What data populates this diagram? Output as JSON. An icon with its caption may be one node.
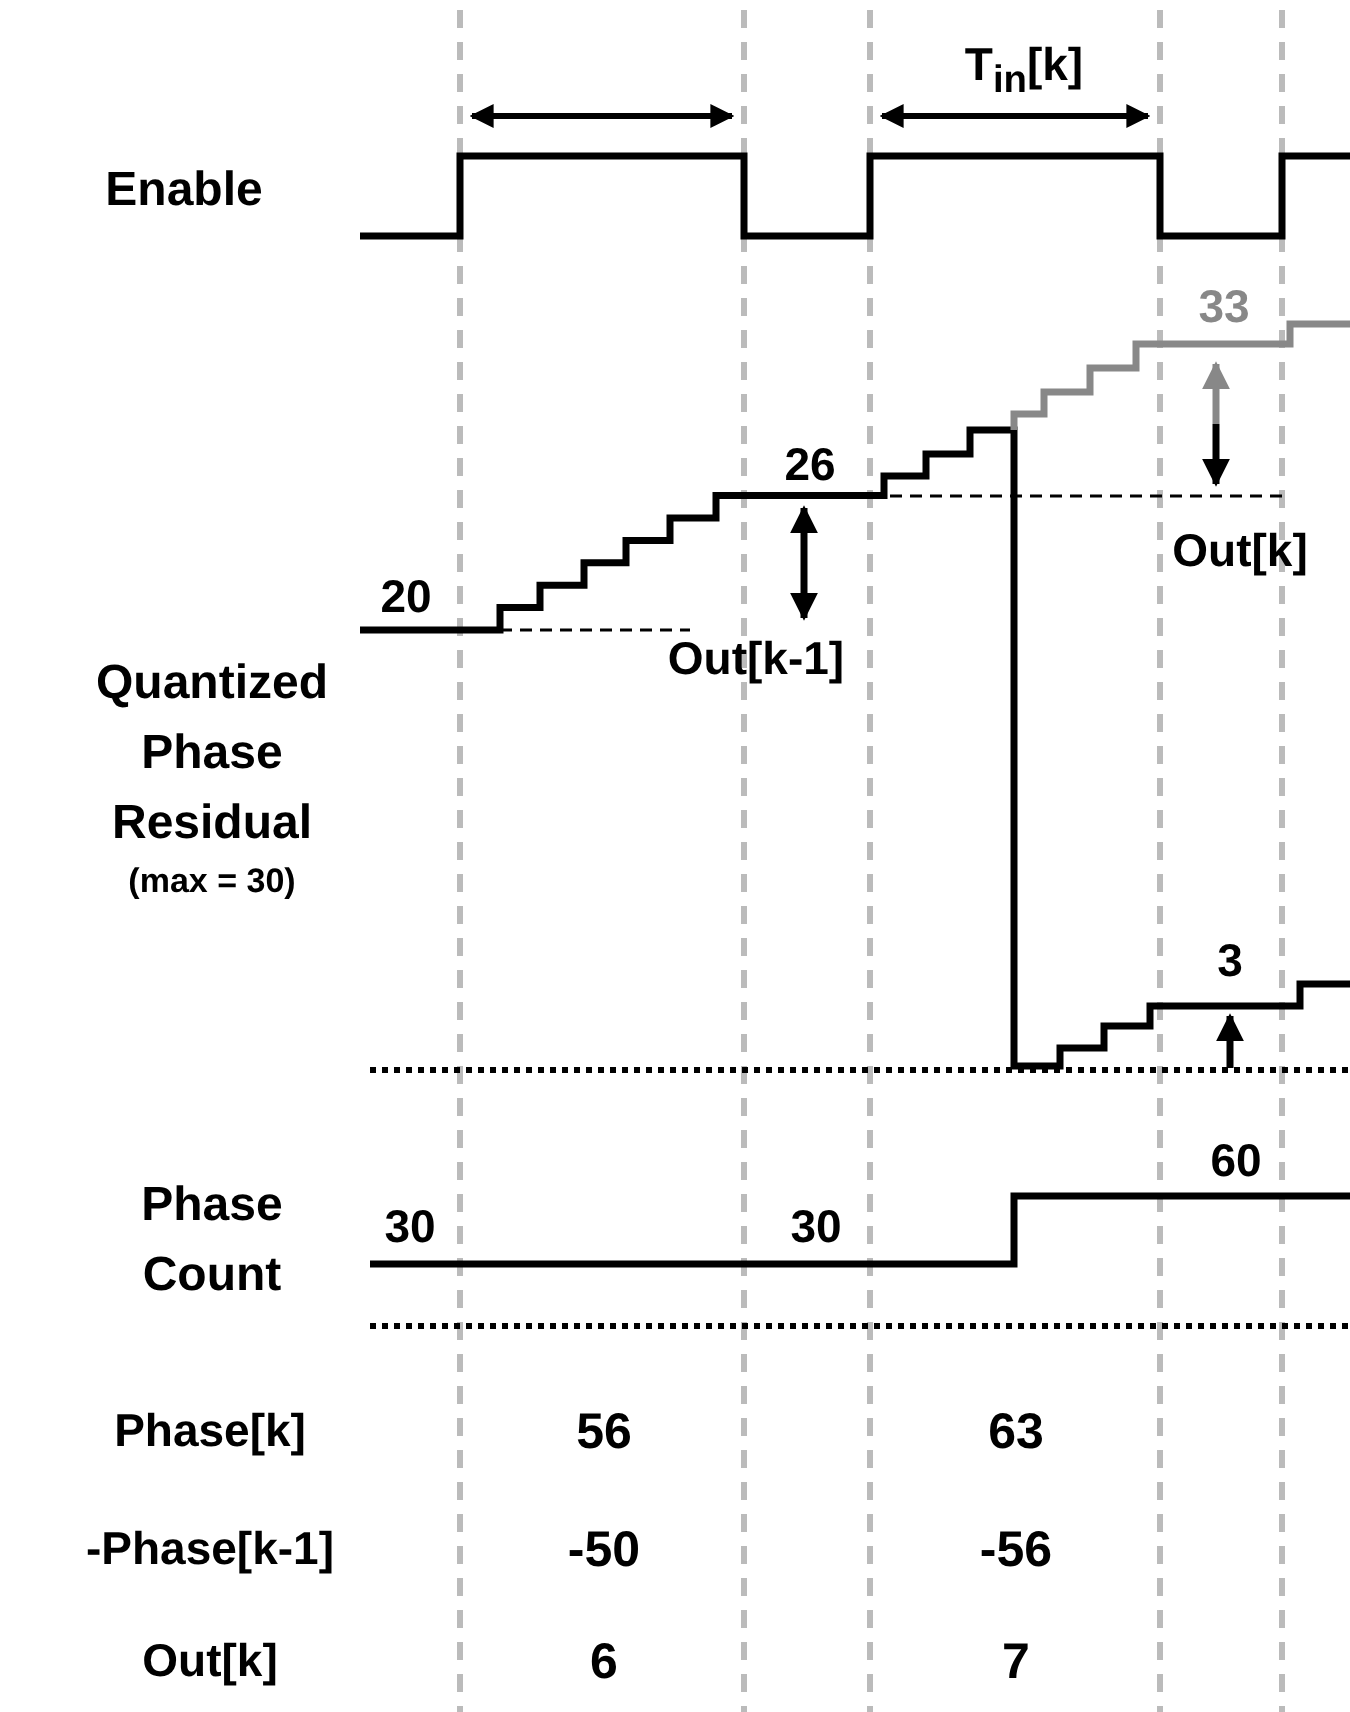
{
  "diagram": {
    "labels": [
      "T$_{in}$[k]",
      "Enable",
      "33",
      "26",
      "Out[k]",
      "20",
      "Out[k-1]",
      "Quantized Phase Residual",
      "(max = 30)",
      "3",
      "60",
      "Phase Count",
      "30",
      "30",
      "Phase[k]",
      "56",
      "63",
      "-Phase[k-1]",
      "-50",
      "-56",
      "Out[k]",
      "6",
      "7"
    ]
  }
}
